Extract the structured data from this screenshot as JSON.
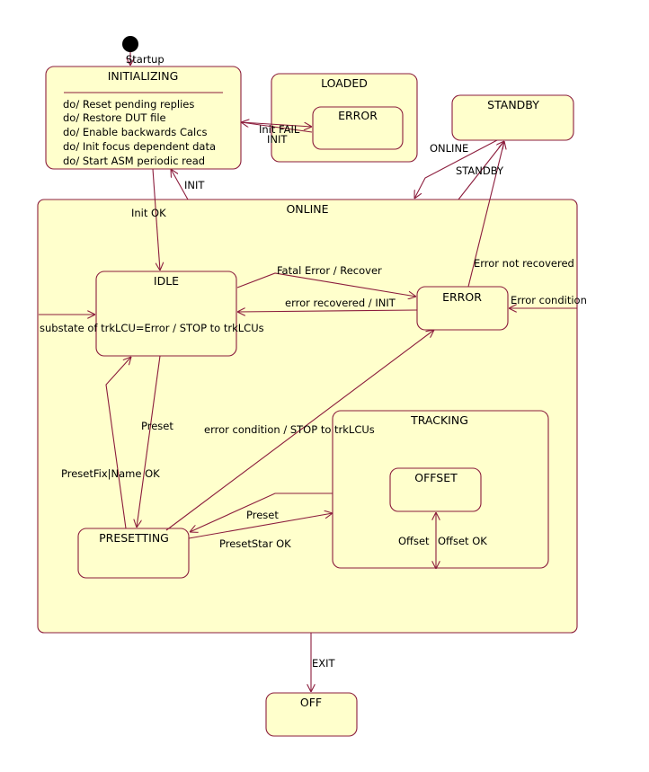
{
  "colors": {
    "state_fill": "#ffffcc",
    "stroke": "#8b1c3c",
    "initial_node": "#000000"
  },
  "states": {
    "initializing": {
      "name": "INITIALIZING",
      "activities": [
        "do/ Reset pending replies",
        "do/ Restore DUT file",
        "do/ Enable backwards Calcs",
        "do/ Init focus dependent data",
        "do/ Start ASM periodic read"
      ]
    },
    "loaded": {
      "name": "LOADED"
    },
    "loaded_error": {
      "name": "ERROR"
    },
    "standby": {
      "name": "STANDBY"
    },
    "online": {
      "name": "ONLINE"
    },
    "idle": {
      "name": "IDLE"
    },
    "online_error": {
      "name": "ERROR"
    },
    "tracking": {
      "name": "TRACKING"
    },
    "offset": {
      "name": "OFFSET"
    },
    "presetting": {
      "name": "PRESETTING"
    },
    "off": {
      "name": "OFF"
    }
  },
  "transitions": {
    "startup": "Startup",
    "init_fail": "Init FAIL",
    "init_loaded": "INIT",
    "init_online": "INIT",
    "init_ok": "Init OK",
    "online_from_standby": "ONLINE",
    "standby_from_online": "STANDBY",
    "error_not_recovered": "Error not recovered",
    "fatal_error": "Fatal Error / Recover",
    "error_recovered": "error recovered / INIT",
    "error_condition": "Error condition",
    "substate_error": "substate of trkLCU=Error / STOP to trkLCUs",
    "preset": "Preset",
    "error_condition_stop": "error condition / STOP to trkLCUs",
    "preset_fix": "PresetFix|Name OK",
    "preset_track": "Preset",
    "preset_star": "PresetStar OK",
    "offset": "Offset",
    "offset_ok": "Offset OK",
    "exit": "EXIT"
  }
}
